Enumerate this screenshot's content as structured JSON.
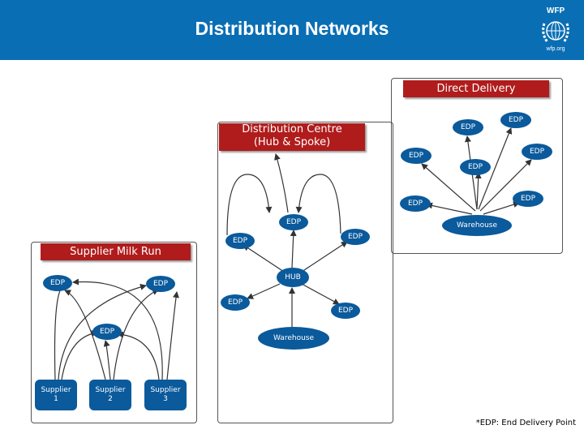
{
  "header": {
    "title": "Distribution Networks",
    "logo_abbr": "WFP",
    "logo_url": "wfp.org"
  },
  "direct_delivery": {
    "title": "Direct Delivery",
    "nodes": [
      "EDP",
      "EDP",
      "EDP",
      "EDP",
      "EDP",
      "EDP",
      "EDP"
    ],
    "warehouse": "Warehouse"
  },
  "hub_spoke": {
    "title_line1": "Distribution Centre",
    "title_line2": "(Hub & Spoke)",
    "hub": "HUB",
    "nodes": [
      "EDP",
      "EDP",
      "EDP",
      "EDP",
      "EDP"
    ],
    "warehouse": "Warehouse"
  },
  "milk_run": {
    "title": "Supplier Milk Run",
    "nodes": [
      "EDP",
      "EDP",
      "EDP"
    ],
    "suppliers": [
      {
        "line1": "Supplier",
        "line2": "1"
      },
      {
        "line1": "Supplier",
        "line2": "2"
      },
      {
        "line1": "Supplier",
        "line2": "3"
      }
    ]
  },
  "footnote": "*EDP: End Delivery Point",
  "colors": {
    "header": "#0a6eb4",
    "banner": "#b01c1c",
    "node": "#0a5a9c"
  }
}
